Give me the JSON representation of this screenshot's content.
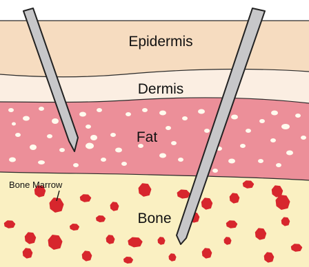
{
  "labels": {
    "epidermis": "Epidermis",
    "dermis": "Dermis",
    "fat": "Fat",
    "bone": "Bone",
    "bone_marrow": "Bone Marrow"
  },
  "colors": {
    "epidermis": "#f6dcc0",
    "dermis": "#fbeee2",
    "fat": "#ec8f99",
    "fat_droplets": "#fffbee",
    "bone": "#faf0c2",
    "marrow": "#d7262d",
    "needle": "#c7c7c9",
    "outline": "#222222"
  }
}
